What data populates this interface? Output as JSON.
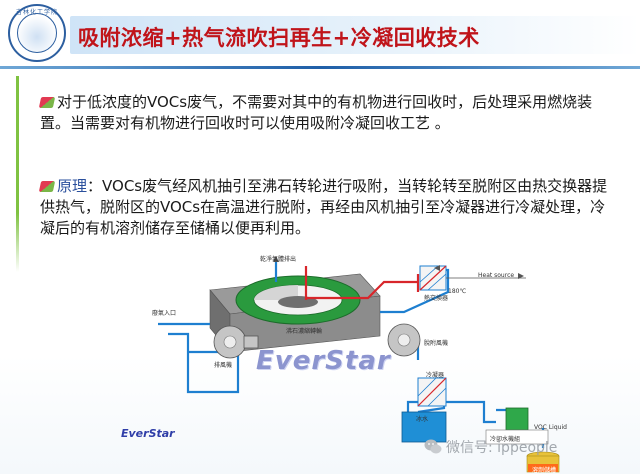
{
  "header": {
    "title": "吸附浓缩+热气流吹扫再生+冷凝回收技术",
    "logo_text": "吉林化工学院"
  },
  "body": {
    "paragraph1": "对于低浓度的VOCs废气，不需要对其中的有机物进行回收时，后处理采用燃烧装置。当需要对有机物进行回收时可以使用吸附冷凝回收工艺 。",
    "paragraph2_label": "原理",
    "paragraph2": "：VOCs废气经风机抽引至沸石转轮进行吸附，当转轮转至脱附区由热交换器提供热气，脱附区的VOCs在高温进行脱附，再经由风机抽引至冷凝器进行冷凝处理，冷凝后的有机溶剂储存至储桶以便再利用。"
  },
  "diagram": {
    "labels": {
      "clean_exhaust": "乾淨氣體排出",
      "heat_source": "Heat source",
      "heat_exchanger": "熱交換器",
      "temp_180": "180℃",
      "inlet": "廢氣入口",
      "zeolite_rotor": "沸石濃縮轉輪",
      "exhaust_fan": "排風機",
      "desorption_fan": "脫附風機",
      "condenser": "冷凝器",
      "chiller": "冰水",
      "cooling_water": "冷卻水機組",
      "voc_liquid": "VOC Liquid",
      "solvent_tank": "溶劑儲槽"
    },
    "brand": "EverStar",
    "brand_small": "EverStar"
  },
  "watermark": {
    "text": "微信号: ippeople",
    "icon": "wechat-icon"
  },
  "colors": {
    "title": "#c0141a",
    "title_bar": "#cfe4f7",
    "rule": "#1f5fa8",
    "left_rule": "#7fc241",
    "label_em": "#2a4f9c",
    "pipe_blue": "#1e7fd0",
    "pipe_red": "#d8262b",
    "machine_green": "#2fa84a",
    "tank_blue": "#1f8fd6"
  }
}
